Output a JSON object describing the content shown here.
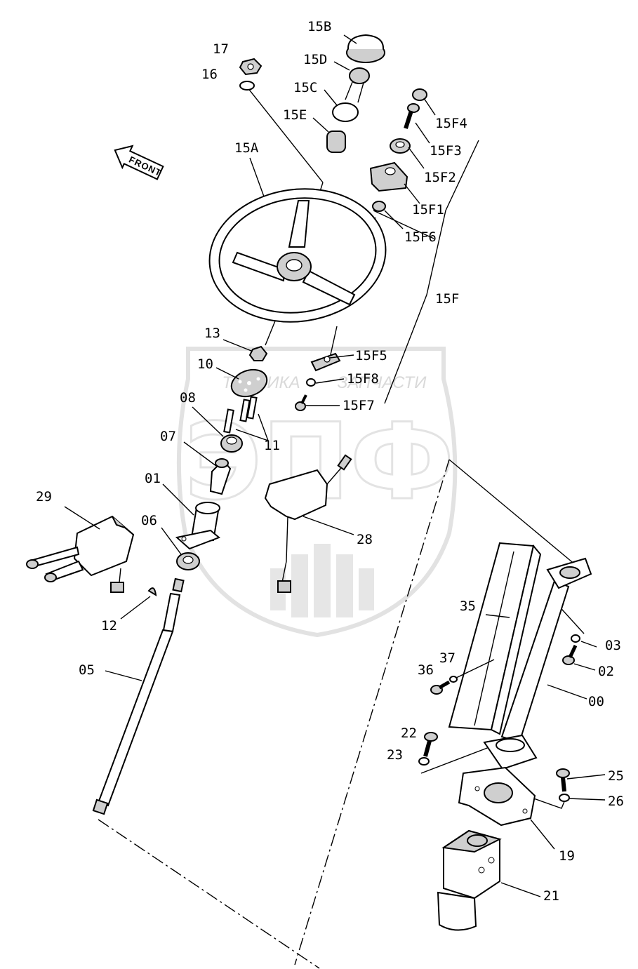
{
  "front_arrow_label": "FRONT",
  "watermark": {
    "logo": "ЭПФ",
    "text_left": "ТЕХНИКА",
    "text_right": "ЗАПЧАСТИ"
  },
  "labels": {
    "l15b": "15B",
    "l17": "17",
    "l15d": "15D",
    "l16": "16",
    "l15c": "15C",
    "l15e": "15E",
    "l15f4": "15F4",
    "l15f3": "15F3",
    "l15f2": "15F2",
    "l15f1": "15F1",
    "l15f6": "15F6",
    "l15a": "15A",
    "l15f": "15F",
    "l13": "13",
    "l15f5": "15F5",
    "l10": "10",
    "l15f8": "15F8",
    "l15f7": "15F7",
    "l08": "08",
    "l11": "11",
    "l07": "07",
    "l01": "01",
    "l29": "29",
    "l06": "06",
    "l28": "28",
    "l12": "12",
    "l35": "35",
    "l03": "03",
    "l37": "37",
    "l36": "36",
    "l02": "02",
    "l05": "05",
    "l00": "00",
    "l22": "22",
    "l23": "23",
    "l25": "25",
    "l26": "26",
    "l19": "19",
    "l21": "21"
  }
}
